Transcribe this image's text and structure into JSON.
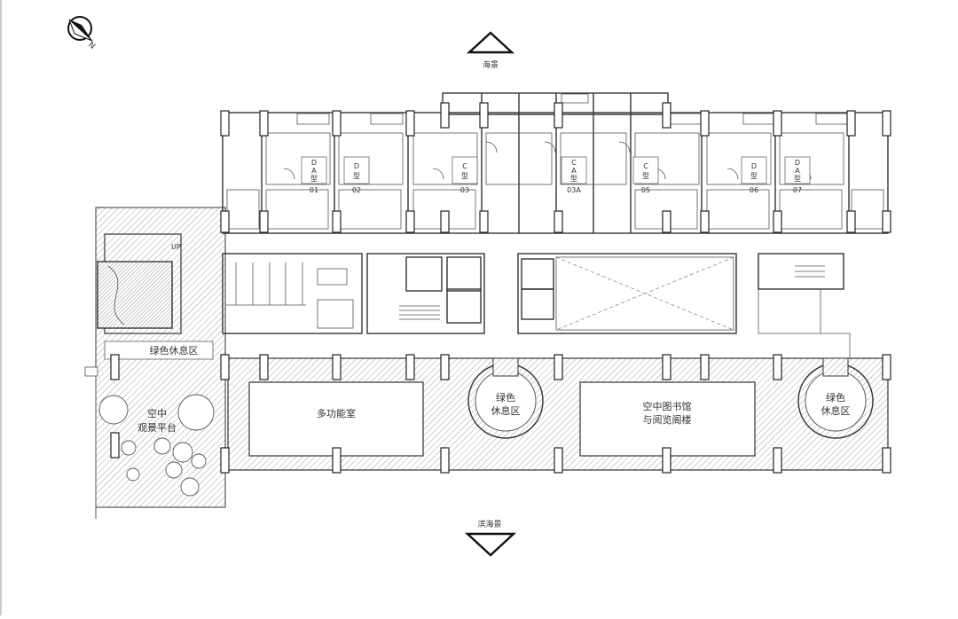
{
  "compass": {
    "north_letter": "N"
  },
  "orientation": {
    "top_label": "海景",
    "bottom_label": "滨海景"
  },
  "rooms": [
    {
      "type_line1": "D",
      "type_line2": "A",
      "type_line3": "型",
      "number": "01"
    },
    {
      "type_line1": "D",
      "type_line2": "型",
      "type_line3": "",
      "number": "02"
    },
    {
      "type_line1": "C",
      "type_line2": "型",
      "type_line3": "",
      "number": "03"
    },
    {
      "type_line1": "C",
      "type_line2": "A",
      "type_line3": "型",
      "number": "03A"
    },
    {
      "type_line1": "C",
      "type_line2": "型",
      "type_line3": "",
      "number": "05"
    },
    {
      "type_line1": "D",
      "type_line2": "型",
      "type_line3": "",
      "number": "06"
    },
    {
      "type_line1": "D",
      "type_line2": "A",
      "type_line3": "型",
      "number": "07"
    }
  ],
  "zones": {
    "green_rest_left": "绿色休息区",
    "sky_platform_line1": "空中",
    "sky_platform_line2": "观景平台",
    "multi_function_room": "多功能室",
    "green_rest_1_line1": "绿色",
    "green_rest_1_line2": "休息区",
    "library_line1": "空中图书馆",
    "library_line2": "与阅览阁楼",
    "green_rest_2_line1": "绿色",
    "green_rest_2_line2": "休息区"
  },
  "stair_up_label": "UP"
}
